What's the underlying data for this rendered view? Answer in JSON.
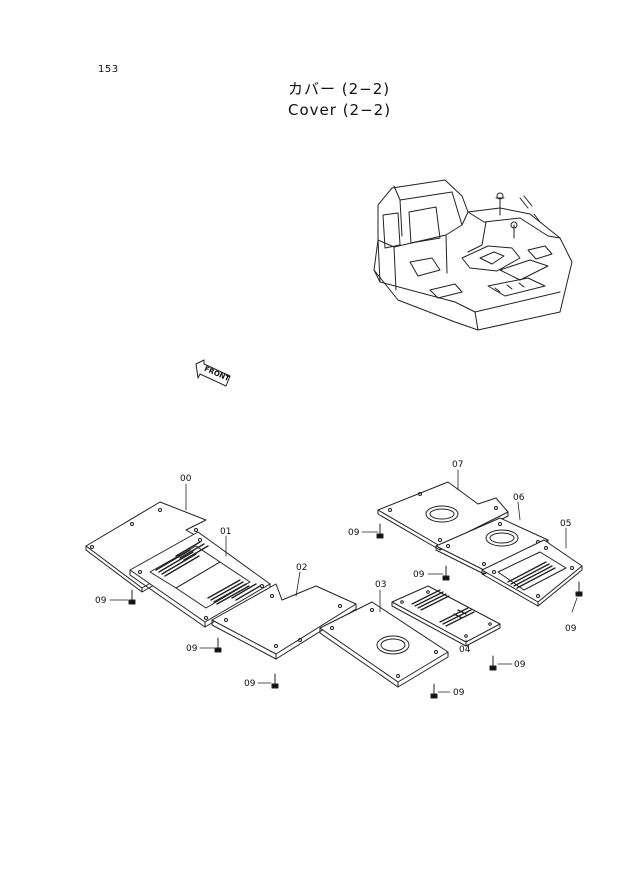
{
  "header": {
    "page_number": "153",
    "title_jp": "カバー (2−2)",
    "title_en": "Cover (2−2)"
  },
  "front_arrow": {
    "label": "FRONT"
  },
  "callouts": {
    "c00": "00",
    "c01": "01",
    "c02": "02",
    "c03": "03",
    "c04": "04",
    "c05": "05",
    "c06": "06",
    "c07": "07",
    "bolt": "09"
  }
}
